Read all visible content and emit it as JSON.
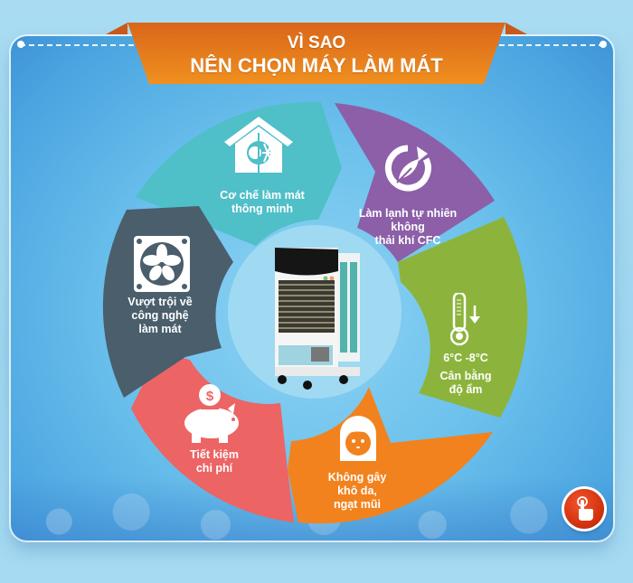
{
  "header": {
    "title_line1": "VÌ SAO",
    "title_line2": "NÊN CHỌN MÁY LÀM MÁT"
  },
  "colors": {
    "banner": "#e9731d",
    "teal": "#4fbfc8",
    "purple": "#8c5fa8",
    "green": "#8cb43c",
    "orange": "#f2821e",
    "coral": "#ec6464",
    "slate": "#4a5e6c",
    "touch_button": "#d6330e"
  },
  "ring": {
    "segments": [
      {
        "id": "teal",
        "icon": "house-snowflake-sun-icon",
        "lines": [
          "Cơ chế làm mát",
          "thông minh"
        ]
      },
      {
        "id": "purple",
        "icon": "eco-leaf-recycle-icon",
        "lines": [
          "Làm lạnh tự nhiên",
          "không",
          "thải khí CFC"
        ]
      },
      {
        "id": "green",
        "icon": "thermometer-down-icon",
        "lines": [
          "6°C -8°C",
          "Cân bằng",
          "độ ẩm"
        ]
      },
      {
        "id": "orange",
        "icon": "face-icon",
        "lines": [
          "Không gây",
          "khô da,",
          "ngạt mũi"
        ]
      },
      {
        "id": "coral",
        "icon": "piggy-bank-icon",
        "lines": [
          "Tiết kiệm",
          "chi phí"
        ]
      },
      {
        "id": "slate",
        "icon": "fan-icon",
        "lines": [
          "Vượt trội về",
          "công nghệ",
          "làm mát"
        ]
      }
    ]
  },
  "center": {
    "product": "air-cooler-image"
  },
  "controls": {
    "touch_button_icon": "hand-tap-icon"
  }
}
